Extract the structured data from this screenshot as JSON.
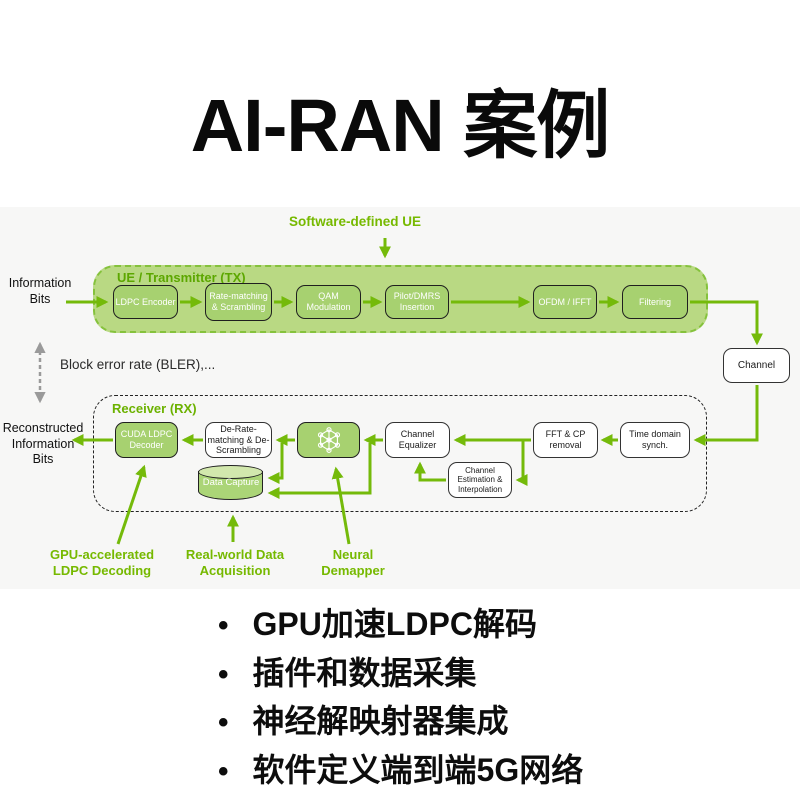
{
  "title": "AI-RAN 案例",
  "diagram": {
    "software_defined_ue": "Software-defined UE",
    "information_bits": "Information Bits",
    "bler": "Block error rate (BLER),...",
    "reconstructed_bits": "Reconstructed Information Bits",
    "tx": {
      "label": "UE / Transmitter (TX)",
      "boxes": [
        "LDPC Encoder",
        "Rate-matching & Scrambling",
        "QAM Modulation",
        "Pilot/DMRS Insertion",
        "OFDM / IFFT",
        "Filtering"
      ]
    },
    "channel": "Channel",
    "rx": {
      "label": "Receiver (RX)",
      "cuda_decoder": "CUDA LDPC Decoder",
      "derate": "De-Rate-matching & De-Scrambling",
      "neural_demapper_icon": "neural-network-icon",
      "equalizer": "Channel Equalizer",
      "fft": "FFT & CP removal",
      "time_sync": "Time domain synch.",
      "chan_est": "Channel Estimation & Interpolation",
      "data_capture": "Data Capture"
    },
    "annotations": [
      "GPU-accelerated LDPC Decoding",
      "Real-world Data Acquisition",
      "Neural Demapper"
    ]
  },
  "bullets": [
    "GPU加速LDPC解码",
    "插件和数据采集",
    "神经解映射器集成",
    "软件定义端到端5G网络"
  ],
  "colors": {
    "nvidia_green": "#76b900",
    "tx_container_fill": "#b9d983",
    "green_box_fill": "#a7d170",
    "panel_bg": "#f7f7f6",
    "text_black": "#1a1a1a"
  }
}
